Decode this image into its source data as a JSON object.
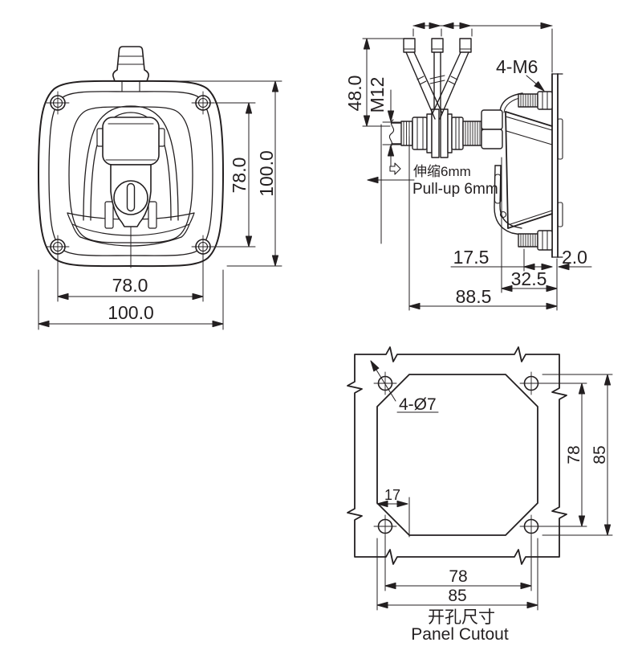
{
  "drawing": {
    "front_view": {
      "dim_hole_spacing_h": "78.0",
      "dim_overall_width": "100.0",
      "dim_hole_spacing_v": "78.0",
      "dim_overall_height": "100.0"
    },
    "side_view": {
      "dim_rod_height": "48.0",
      "shaft_thread_label": "M12",
      "stud_thread_label": "4-M6",
      "travel_note_zh": "伸缩6mm",
      "travel_note_en": "Pull-up 6mm",
      "dim_grip_depth": "17.5",
      "dim_panel_thickness": "2.0",
      "dim_body_depth": "32.5",
      "dim_overall_depth": "88.5"
    },
    "cutout_view": {
      "holes_label": "4-Ø7",
      "dim_corner_offset": "17",
      "dim_hole_spacing_h": "78",
      "dim_cutout_width": "85",
      "dim_hole_spacing_v": "78",
      "dim_cutout_height": "85",
      "caption_zh": "开孔尺寸",
      "caption_en": "Panel Cutout"
    },
    "colors": {
      "line": "#231f20",
      "background": "#ffffff"
    }
  }
}
